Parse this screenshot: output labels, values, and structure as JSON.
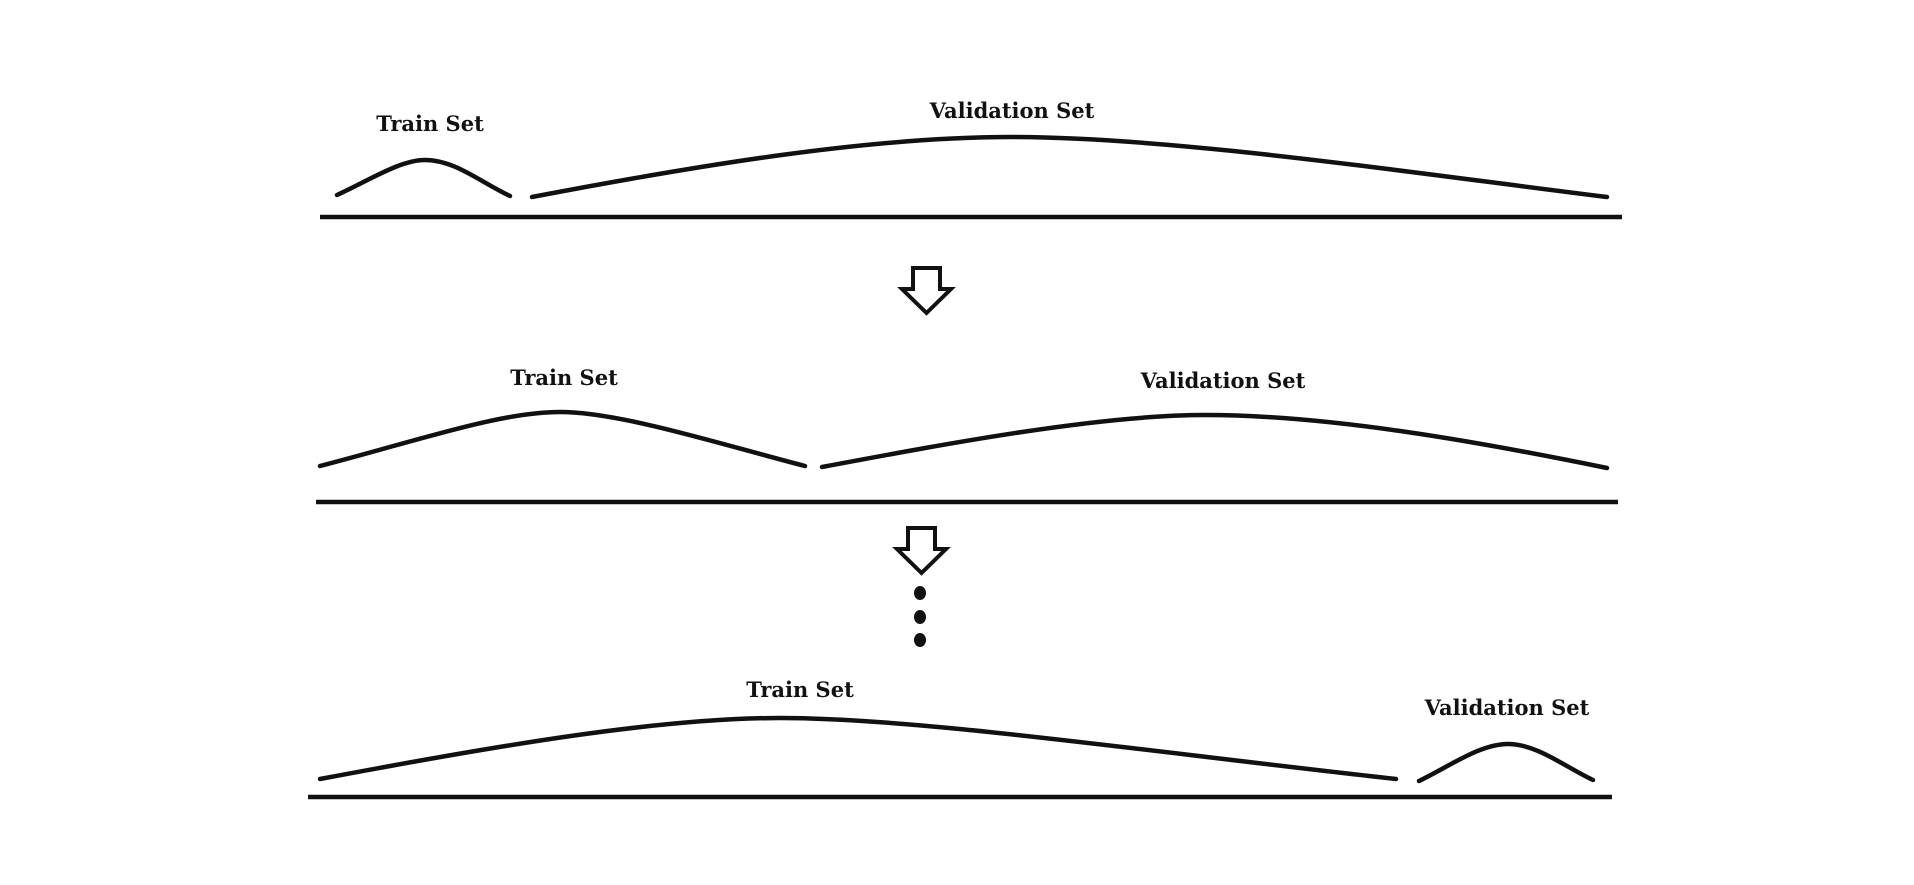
{
  "stage1": {
    "train_label": "Train Set",
    "validation_label": "Validation Set"
  },
  "stage2": {
    "train_label": "Train Set",
    "validation_label": "Validation Set"
  },
  "stage3": {
    "train_label": "Train Set",
    "validation_label": "Validation Set"
  }
}
